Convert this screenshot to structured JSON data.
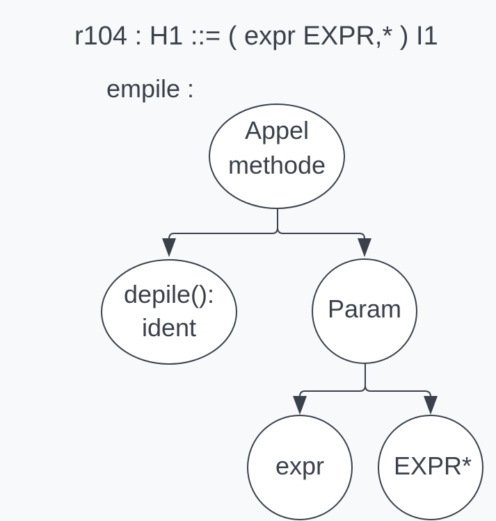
{
  "header": {
    "rule": "r104 : H1 ::= ( expr EXPR,* ) I1",
    "stack_label": "empile :"
  },
  "tree": {
    "root": {
      "line1": "Appel",
      "line2": "methode"
    },
    "left_child": {
      "line1": "depile():",
      "line2": "ident"
    },
    "right_child": {
      "label": "Param"
    },
    "param_left": {
      "label": "expr"
    },
    "param_right": {
      "label": "EXPR*"
    }
  },
  "colors": {
    "stroke": "#3a414a",
    "node_fill": "#ffffff",
    "background": "#f8f9fb"
  }
}
